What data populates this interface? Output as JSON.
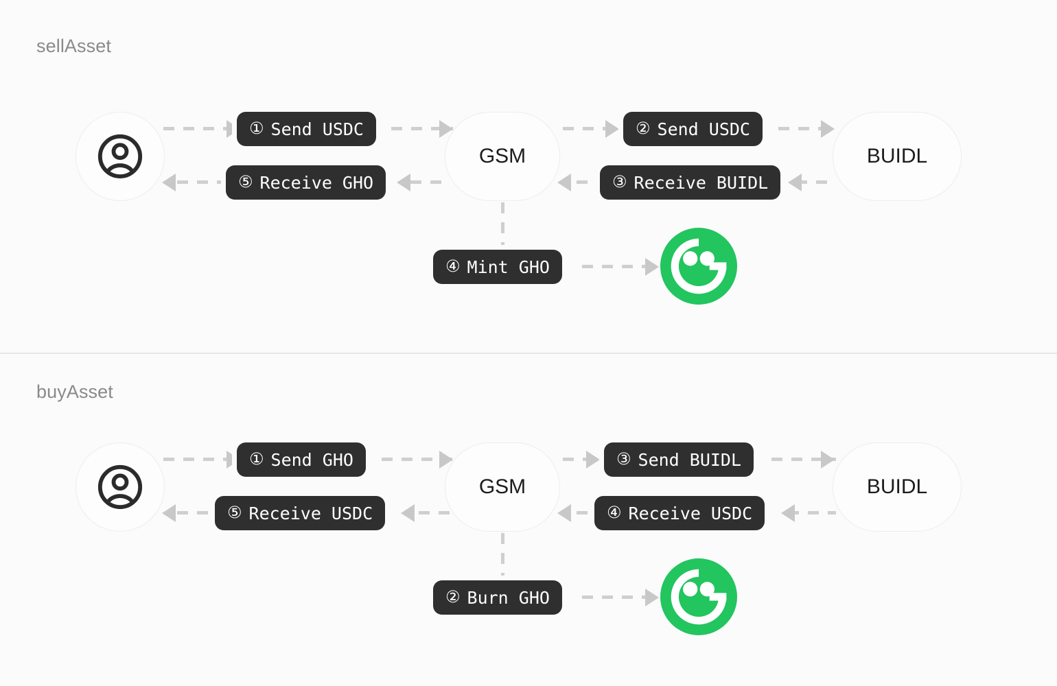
{
  "canvas": {
    "background": "#fbfbfb",
    "divider_color": "#e7e7e7",
    "pill_bg": "#2f2f2f",
    "pill_text": "#ffffff",
    "node_bg": "#fdfdfd",
    "node_border": "#ededed",
    "connector_color": "#cfcfcf",
    "accent_green": "#22c55e"
  },
  "sections": [
    {
      "id": "sellAsset",
      "title": "sellAsset",
      "nodes": [
        {
          "id": "user",
          "label": "",
          "icon": "user-avatar-icon"
        },
        {
          "id": "gsm",
          "label": "GSM"
        },
        {
          "id": "buidl",
          "label": "BUIDL"
        },
        {
          "id": "gho",
          "label": "",
          "icon": "gho-logo-icon"
        }
      ],
      "steps": [
        {
          "num": "①",
          "label": "Send USDC",
          "from": "user",
          "to": "gsm"
        },
        {
          "num": "②",
          "label": "Send USDC",
          "from": "gsm",
          "to": "buidl"
        },
        {
          "num": "③",
          "label": "Receive BUIDL",
          "from": "buidl",
          "to": "gsm"
        },
        {
          "num": "④",
          "label": "Mint GHO",
          "from": "gsm",
          "to": "gho"
        },
        {
          "num": "⑤",
          "label": "Receive GHO",
          "from": "gsm",
          "to": "user"
        }
      ]
    },
    {
      "id": "buyAsset",
      "title": "buyAsset",
      "nodes": [
        {
          "id": "user",
          "label": "",
          "icon": "user-avatar-icon"
        },
        {
          "id": "gsm",
          "label": "GSM"
        },
        {
          "id": "buidl",
          "label": "BUIDL"
        },
        {
          "id": "gho",
          "label": "",
          "icon": "gho-logo-icon"
        }
      ],
      "steps": [
        {
          "num": "①",
          "label": "Send GHO",
          "from": "user",
          "to": "gsm"
        },
        {
          "num": "②",
          "label": "Burn GHO",
          "from": "gsm",
          "to": "gho"
        },
        {
          "num": "③",
          "label": "Send BUIDL",
          "from": "gsm",
          "to": "buidl"
        },
        {
          "num": "④",
          "label": "Receive USDC",
          "from": "buidl",
          "to": "gsm"
        },
        {
          "num": "⑤",
          "label": "Receive USDC",
          "from": "gsm",
          "to": "user"
        }
      ]
    }
  ]
}
